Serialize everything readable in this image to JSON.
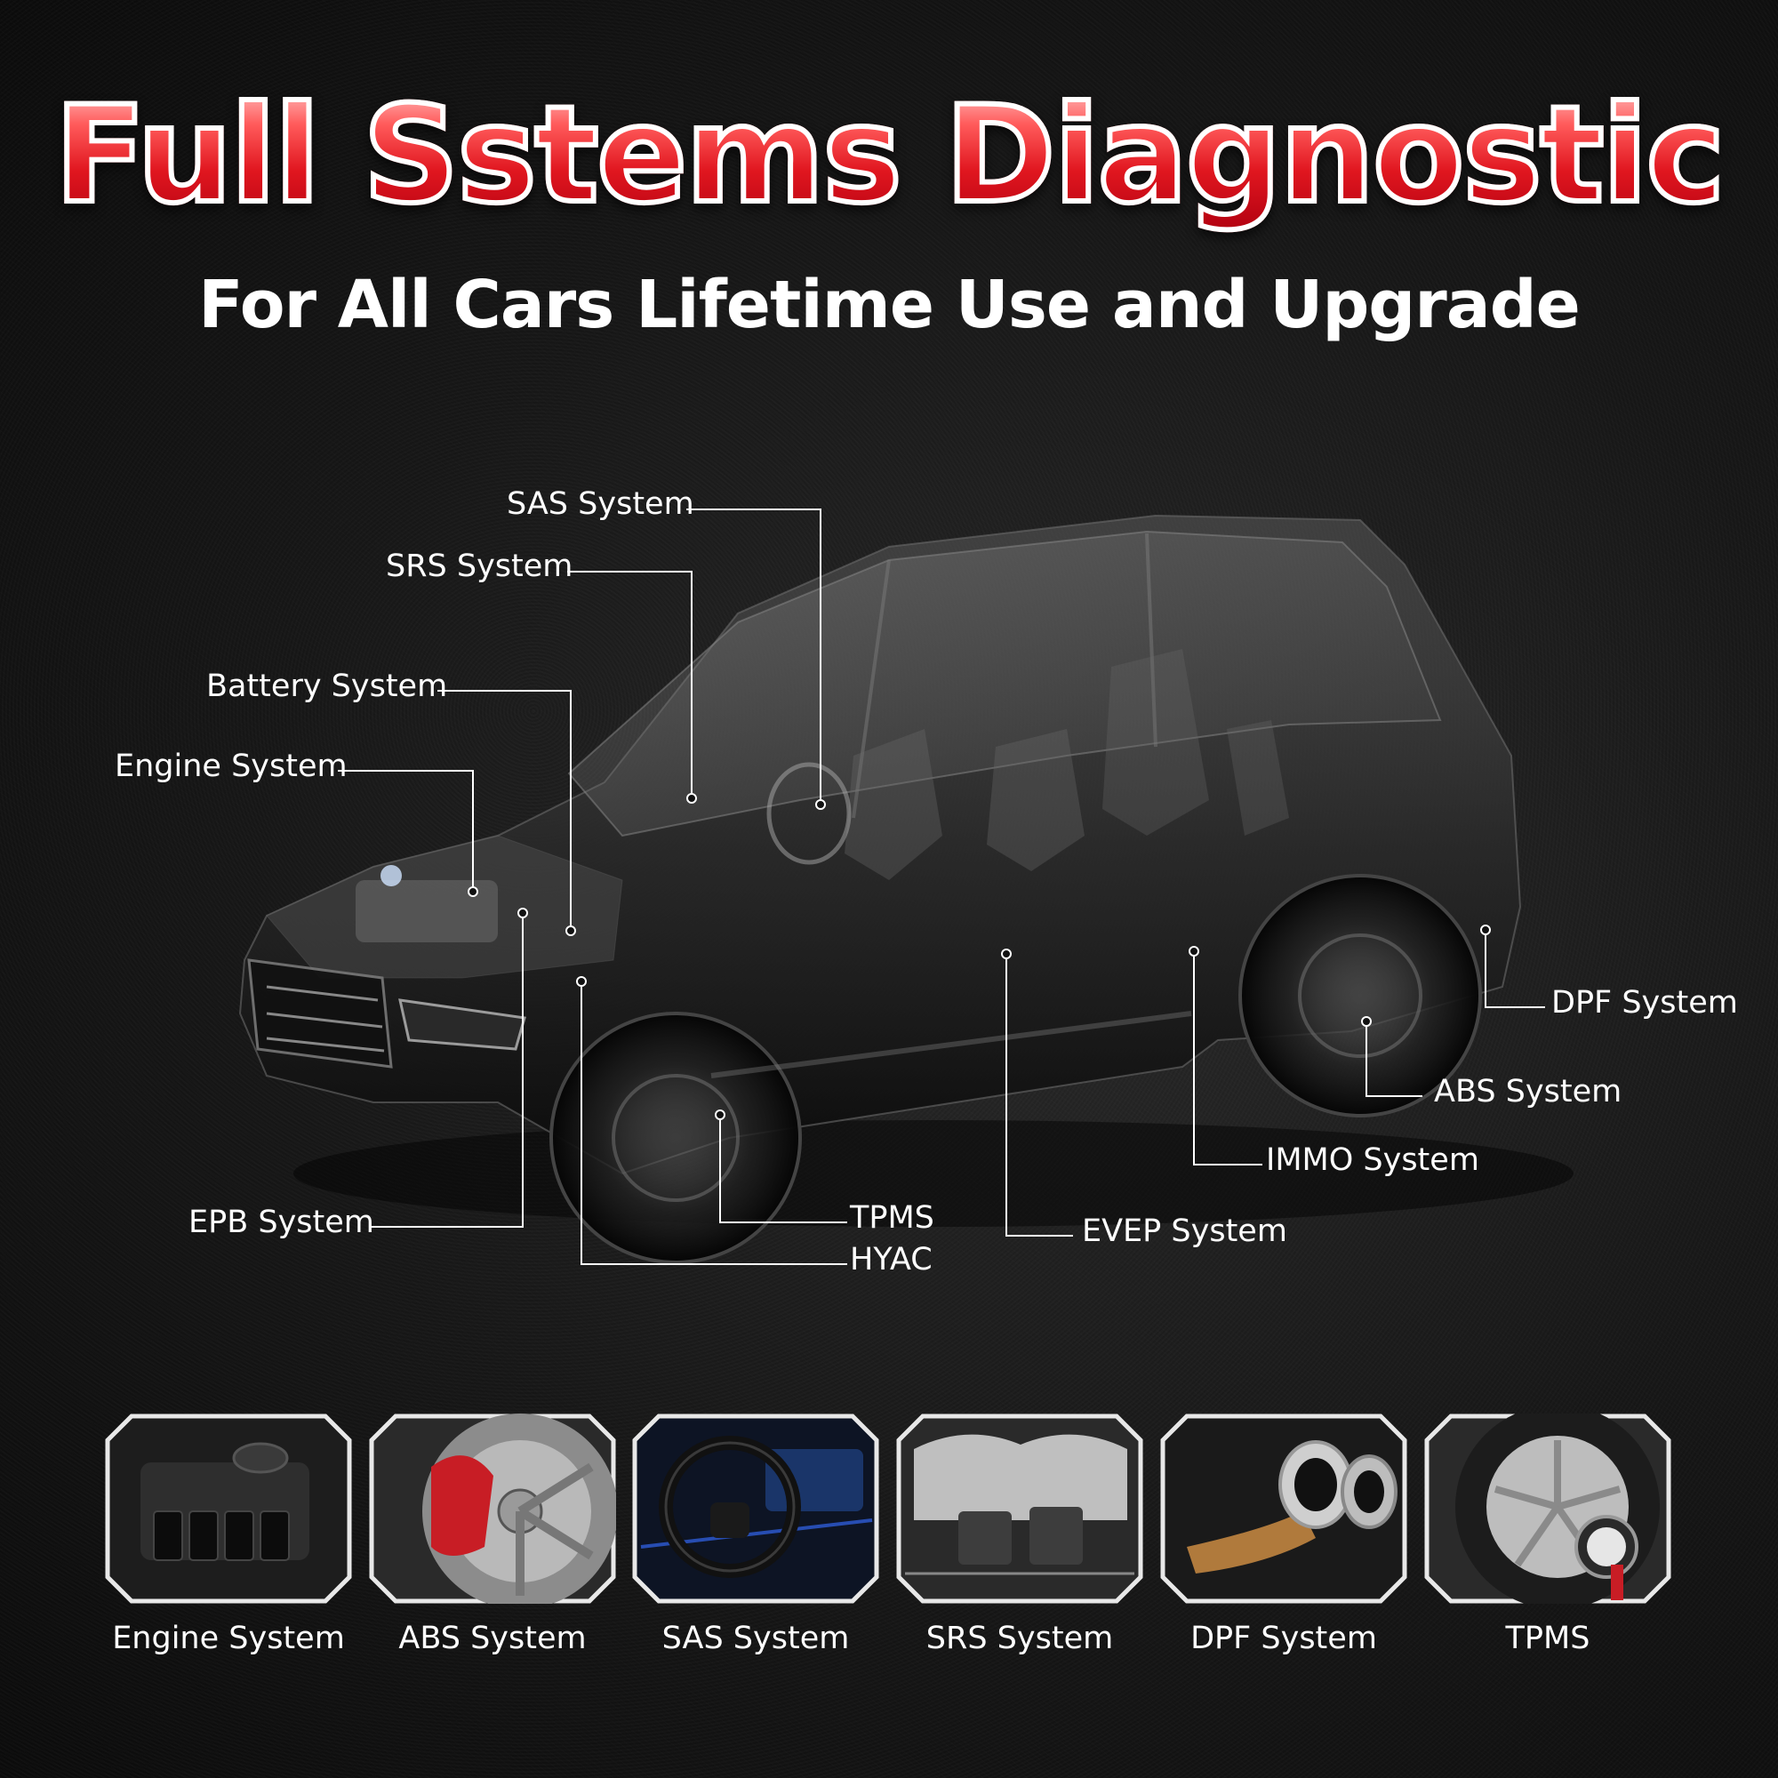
{
  "title": "Full Sstems Diagnostic",
  "subtitle": "For All Cars Lifetime Use and Upgrade",
  "callouts": {
    "sas": "SAS System",
    "srs": "SRS System",
    "battery": "Battery System",
    "engine": "Engine System",
    "epb": "EPB System",
    "tpms": "TPMS",
    "hvac": "HYAC",
    "evep": "EVEP System",
    "immo": "IMMO System",
    "abs": "ABS System",
    "dpf": "DPF System"
  },
  "tiles": [
    {
      "label": "Engine System",
      "icon": "engine-icon"
    },
    {
      "label": "ABS System",
      "icon": "brake-disc-icon"
    },
    {
      "label": "SAS System",
      "icon": "steering-wheel-icon"
    },
    {
      "label": "SRS System",
      "icon": "airbag-icon"
    },
    {
      "label": "DPF System",
      "icon": "exhaust-icon"
    },
    {
      "label": "TPMS",
      "icon": "tire-gauge-icon"
    }
  ],
  "colors": {
    "title_red": "#e0262d",
    "text": "#ffffff",
    "background": "#141414"
  }
}
